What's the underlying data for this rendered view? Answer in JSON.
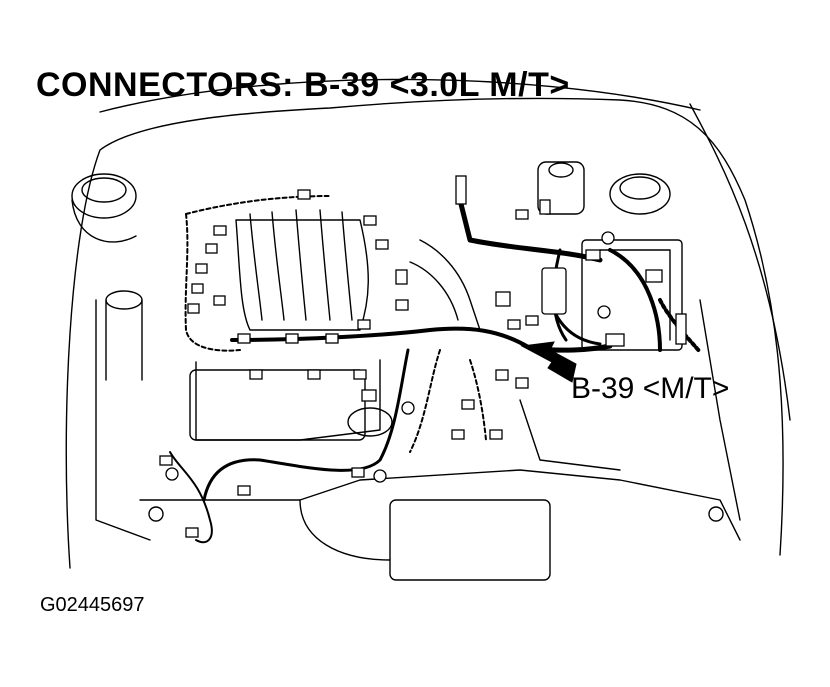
{
  "diagram": {
    "title": "CONNECTORS: B-39 <3.0L M/T>",
    "callout_label": "B-39 <M/T>",
    "figure_id": "G02445697",
    "pointer_icon": "arrow-pointer-icon"
  }
}
